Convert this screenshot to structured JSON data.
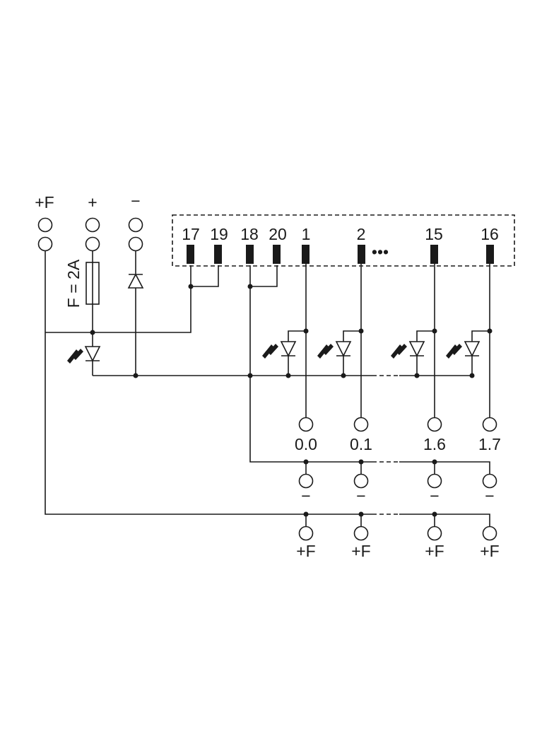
{
  "supply": {
    "plus_f": "+F",
    "plus": "+",
    "minus": "−",
    "fuse_label": "F = 2A"
  },
  "connector_pins": [
    "17",
    "19",
    "18",
    "20",
    "1",
    "2",
    "15",
    "16"
  ],
  "ellipsis": "•••",
  "outputs": [
    "0.0",
    "0.1",
    "1.6",
    "1.7"
  ],
  "minus_terminals": [
    "−",
    "−",
    "−",
    "−"
  ],
  "plusf_terminals": [
    "+F",
    "+F",
    "+F",
    "+F"
  ]
}
